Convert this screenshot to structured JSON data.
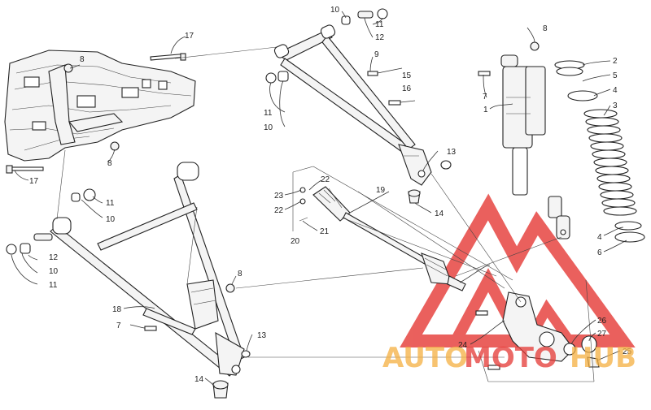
{
  "callouts": {
    "n1": "1",
    "n2": "2",
    "n3": "3",
    "n4": "4",
    "n5": "5",
    "n6": "6",
    "n7": "7",
    "n8": "8",
    "n9": "9",
    "n10": "10",
    "n11": "11",
    "n12": "12",
    "n13": "13",
    "n14": "14",
    "n15": "15",
    "n16": "16",
    "n17": "17",
    "n18": "18",
    "n19": "19",
    "n20": "20",
    "n21": "21",
    "n22": "22",
    "n23": "23",
    "n24": "24",
    "n25": "25",
    "n26": "26",
    "n27": "27"
  },
  "watermark": {
    "part1": "AUTO",
    "part2": "MOTO",
    "part3": "HUB"
  },
  "colors": {
    "watermark_red": "#e53935",
    "watermark_orange": "#f5b041"
  }
}
